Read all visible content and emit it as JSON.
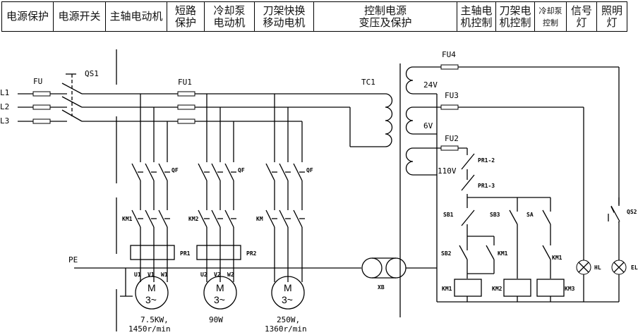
{
  "header": {
    "columns": [
      {
        "line1": "电源保护",
        "line2": ""
      },
      {
        "line1": "电源开关",
        "line2": ""
      },
      {
        "line1": "主轴电动机",
        "line2": ""
      },
      {
        "line1": "短路",
        "line2": "保护"
      },
      {
        "line1": "冷却泵",
        "line2": "电动机"
      },
      {
        "line1": "刀架快换",
        "line2": "移动电机"
      },
      {
        "line1": "控制电源",
        "line2": "变压及保护"
      },
      {
        "line1": "主轴电",
        "line2": "机控制"
      },
      {
        "line1": "刀架电",
        "line2": "机控制"
      },
      {
        "line1": "冷却泵",
        "line2": "控制"
      },
      {
        "line1": "信号",
        "line2": "灯"
      },
      {
        "line1": "照明",
        "line2": "灯"
      }
    ]
  },
  "labels": {
    "l1": "L1",
    "l2": "L2",
    "l3": "L3",
    "fu": "FU",
    "qs1": "QS1",
    "fu1": "FU1",
    "tc1": "TC1",
    "fu2": "FU2",
    "fu3": "FU3",
    "fu4": "FU4",
    "v24": "24V",
    "v6": "6V",
    "v110": "110V",
    "qf": "QF",
    "km1": "KM1",
    "km2": "KM2",
    "km3": "KM",
    "pr1": "PR1",
    "pr2": "PR2",
    "pe": "PE",
    "u1": "U1",
    "v1": "V1",
    "w1": "W1",
    "u2": "U2",
    "v2": "V2",
    "w2": "W2",
    "xb": "XB",
    "pr1_2": "PR1-2",
    "pr1_3": "PR1-3",
    "sb1": "SB1",
    "sb2": "SB2",
    "sb3": "SB3",
    "sa": "SA",
    "km1_aux": "KM1",
    "km1_aux2": "KM1",
    "coil_km1": "KM1",
    "coil_km2": "KM2",
    "coil_km3": "KM3",
    "hl": "HL",
    "el": "EL",
    "qs2": "QS2"
  },
  "motors": [
    {
      "symbol": "M",
      "phase": "3~",
      "rating": "7.5KW,",
      "speed": "1450r/min"
    },
    {
      "symbol": "M",
      "phase": "3~",
      "rating": "90W",
      "speed": ""
    },
    {
      "symbol": "M",
      "phase": "3~",
      "rating": "250W,",
      "speed": "1360r/min"
    }
  ]
}
